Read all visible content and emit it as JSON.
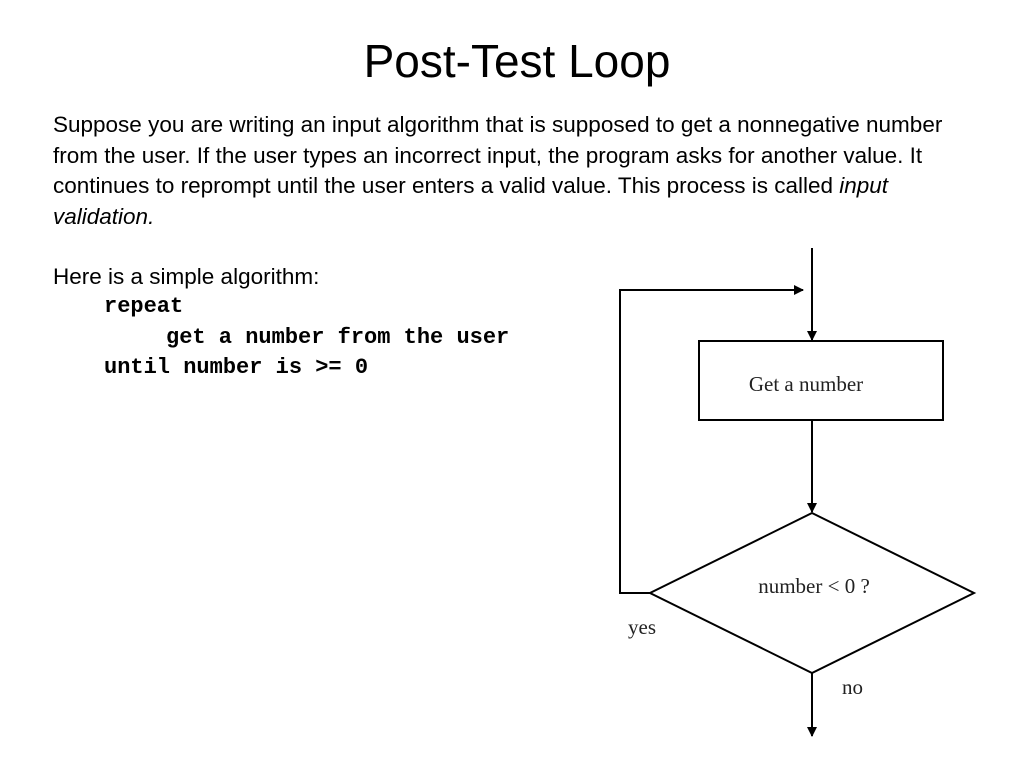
{
  "slide": {
    "title": "Post-Test Loop",
    "intro_main": "Suppose you are writing an input algorithm that is supposed to get a nonnegative number from the user. If the user types an incorrect input, the program asks for another value. It continues to reprompt until the user enters a valid value. This process is called ",
    "intro_term": "input validation.",
    "algorithm_lead": "Here is a simple algorithm:",
    "code_lines": [
      "repeat",
      "get a number from the user",
      "until number is >= 0"
    ]
  },
  "flowchart": {
    "process_label": "Get a number",
    "decision_label": "number < 0 ?",
    "yes_label": "yes",
    "no_label": "no",
    "line_color": "#000000"
  }
}
